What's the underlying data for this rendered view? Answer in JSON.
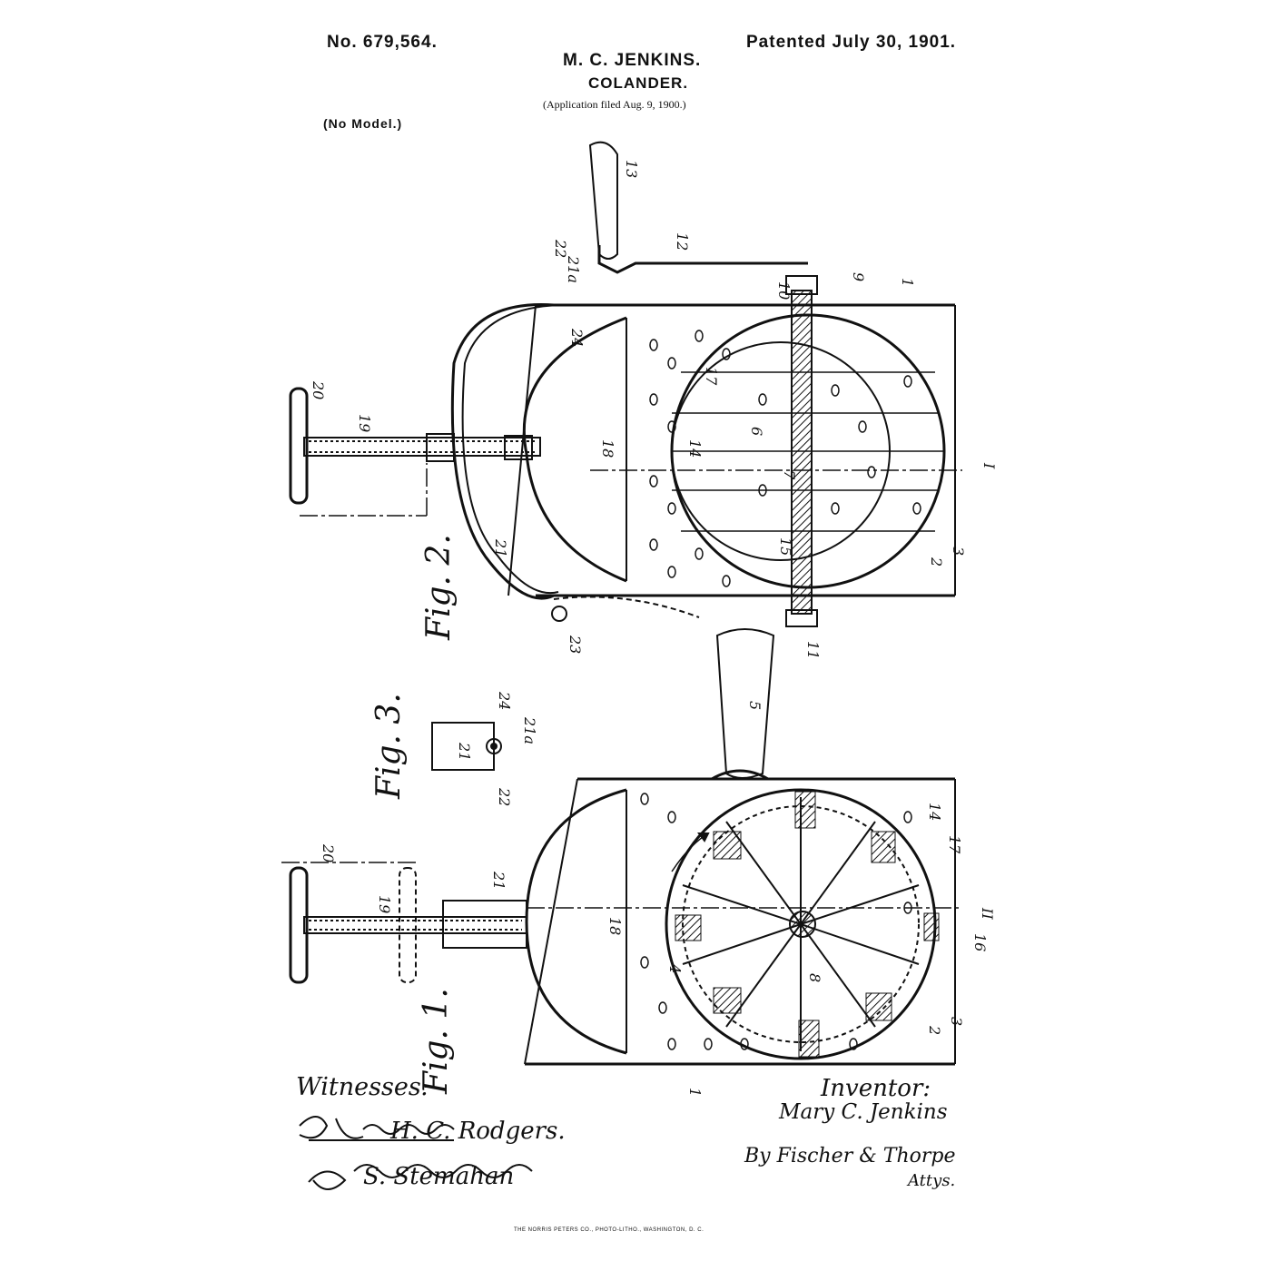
{
  "header": {
    "patent_number": "No. 679,564.",
    "patent_date": "Patented July 30, 1901.",
    "inventor_name": "M. C. JENKINS.",
    "title": "COLANDER.",
    "filed": "(Application filed Aug. 9, 1900.)",
    "model": "(No Model.)"
  },
  "figures": {
    "fig1": "Fig. 1.",
    "fig2": "Fig. 2.",
    "fig3": "Fig. 3."
  },
  "references": {
    "fig2": [
      "20",
      "19",
      "22",
      "21a",
      "13",
      "12",
      "1",
      "9",
      "10",
      "24",
      "17",
      "14",
      "18",
      "I",
      "6",
      "7",
      "21",
      "15",
      "2",
      "3",
      "23",
      "11"
    ],
    "fig3": [
      "24",
      "21a",
      "21",
      "22"
    ],
    "fig1": [
      "20",
      "19",
      "21",
      "5",
      "14",
      "17",
      "18",
      "II",
      "16",
      "8",
      "4",
      "2",
      "3",
      "1"
    ]
  },
  "footer": {
    "witnesses_label": "Witnesses:",
    "witness_1": "H. C. Rodgers.",
    "witness_2": "S. Stemahan",
    "inventor_label": "Inventor:",
    "inventor_signature": "Mary C. Jenkins",
    "attorneys": "By Fischer & Thorpe",
    "attys_abbr": "Attys.",
    "printer": "THE NORRIS PETERS CO., PHOTO-LITHO., WASHINGTON, D. C."
  }
}
